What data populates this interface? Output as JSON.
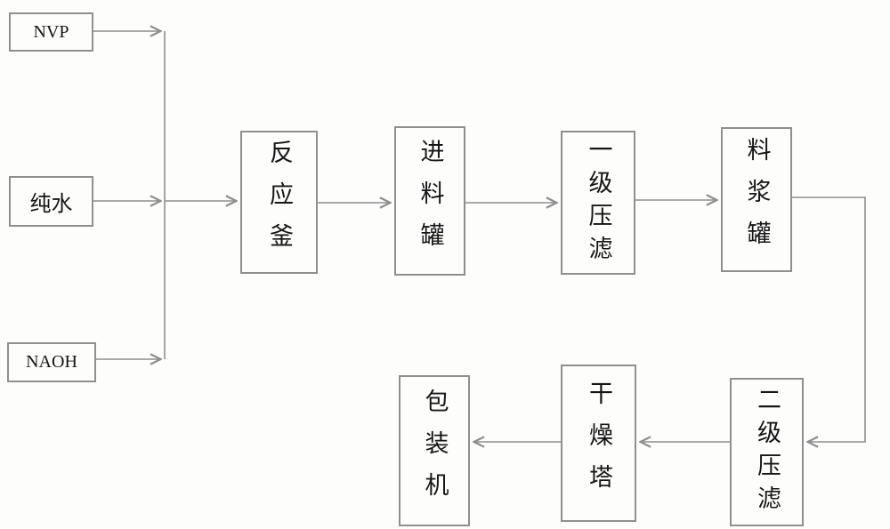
{
  "diagram": {
    "type": "flowchart",
    "inputs": {
      "nvp": {
        "label": "NVP"
      },
      "pure_water": {
        "label": "纯水"
      },
      "naoh": {
        "label": "NAOH"
      }
    },
    "stages": {
      "reactor": {
        "label": "反应釜"
      },
      "feed_tank": {
        "label": "进料罐"
      },
      "primary_press_filter": {
        "label": "一级压滤"
      },
      "slurry_tank": {
        "label": "料浆罐"
      },
      "secondary_press_filter": {
        "label": "二级压滤"
      },
      "drying_tower": {
        "label": "干燥塔"
      },
      "packing_machine": {
        "label": "包装机"
      }
    },
    "edges": [
      {
        "from": "NVP",
        "to": "反应釜"
      },
      {
        "from": "纯水",
        "to": "反应釜"
      },
      {
        "from": "NAOH",
        "to": "反应釜"
      },
      {
        "from": "反应釜",
        "to": "进料罐"
      },
      {
        "from": "进料罐",
        "to": "一级压滤"
      },
      {
        "from": "一级压滤",
        "to": "料浆罐"
      },
      {
        "from": "料浆罐",
        "to": "二级压滤"
      },
      {
        "from": "二级压滤",
        "to": "干燥塔"
      },
      {
        "from": "干燥塔",
        "to": "包装机"
      }
    ],
    "colors": {
      "line": "#8f8f8f",
      "box_border": "#8f8f8f",
      "text": "#161616",
      "background": "#fdfdfc"
    }
  }
}
